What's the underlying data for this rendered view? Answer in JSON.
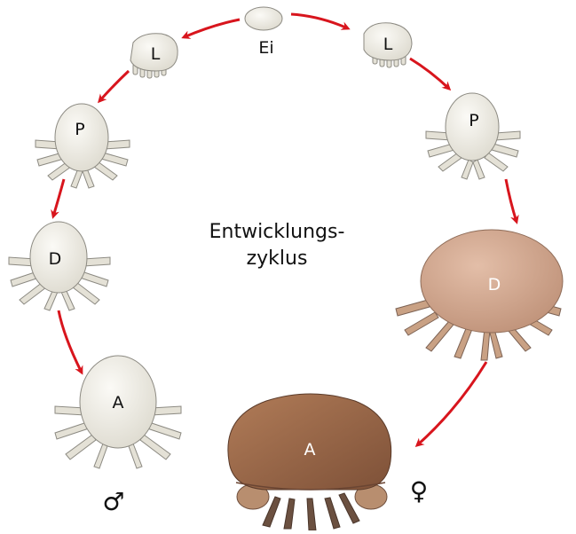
{
  "title_line1": "Entwicklungs-",
  "title_line2": "zyklus",
  "egg_label": "Ei",
  "male": {
    "larva": "L",
    "protonymph": "P",
    "deutonymph": "D",
    "adult": "A",
    "symbol": "♂"
  },
  "female": {
    "larva": "L",
    "protonymph": "P",
    "deutonymph": "D",
    "adult": "A",
    "symbol": "♀"
  },
  "colors": {
    "arrow": "#d8151d",
    "pale_body": "#efede4",
    "pale_leg": "#e4e1d6",
    "outline": "#8c8a82",
    "deutonymph_female": "#d4a78f",
    "adult_female": "#9e6a4b",
    "dark_leg": "#6b5040"
  }
}
